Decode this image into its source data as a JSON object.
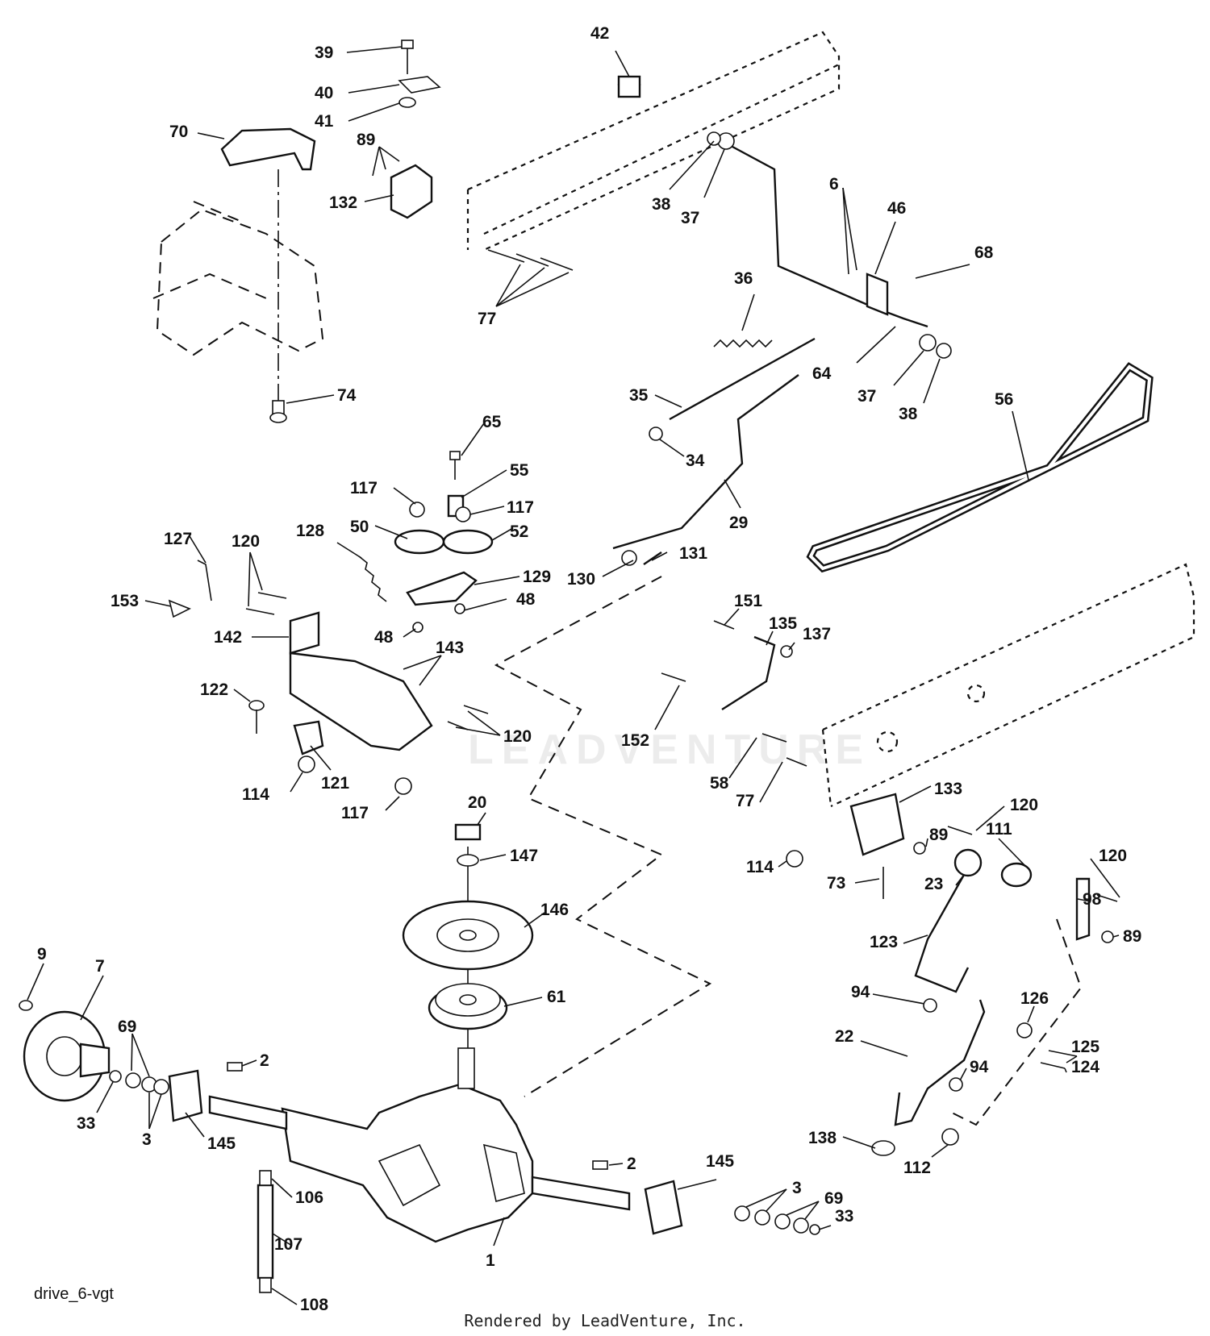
{
  "diagram_id": "drive_6-vgt",
  "footer": "Rendered by LeadVenture, Inc.",
  "watermark": "LEADVENTURE",
  "callouts": [
    "39",
    "40",
    "41",
    "42",
    "70",
    "89",
    "132",
    "77",
    "38",
    "37",
    "6",
    "46",
    "68",
    "36",
    "64",
    "37",
    "38",
    "56",
    "35",
    "34",
    "29",
    "74",
    "65",
    "55",
    "117",
    "117",
    "50",
    "52",
    "127",
    "120",
    "128",
    "129",
    "153",
    "48",
    "48",
    "142",
    "143",
    "130",
    "131",
    "151",
    "135",
    "137",
    "122",
    "120",
    "152",
    "121",
    "114",
    "117",
    "58",
    "77",
    "133",
    "120",
    "20",
    "89",
    "111",
    "147",
    "114",
    "120",
    "73",
    "23",
    "98",
    "146",
    "89",
    "123",
    "9",
    "7",
    "94",
    "126",
    "61",
    "69",
    "125",
    "124",
    "22",
    "94",
    "2",
    "33",
    "3",
    "145",
    "138",
    "112",
    "2",
    "145",
    "3",
    "69",
    "33",
    "106",
    "107",
    "1",
    "108"
  ]
}
